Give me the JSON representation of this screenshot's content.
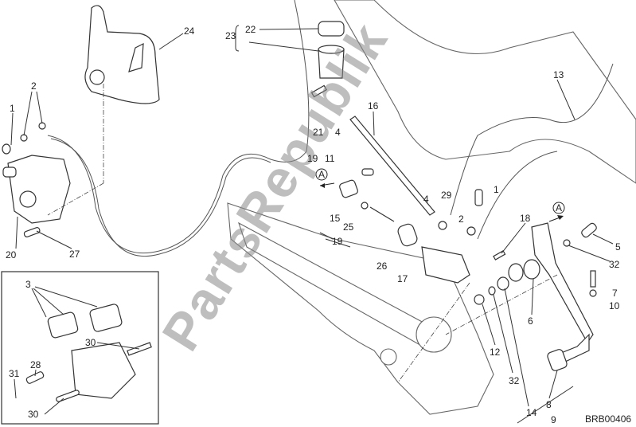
{
  "diagram": {
    "title": "Rear brake system exploded view",
    "drawing_code": "BRB00406",
    "watermark": "PartsRepublik",
    "ref_marker": "A",
    "callouts": [
      "24",
      "23",
      "22",
      "2",
      "1",
      "20",
      "27",
      "21",
      "4",
      "16",
      "13",
      "19",
      "11",
      "15",
      "25",
      "19",
      "26",
      "4",
      "29",
      "1",
      "2",
      "17",
      "18",
      "5",
      "32",
      "7",
      "10",
      "6",
      "12",
      "32",
      "14",
      "8",
      "9"
    ],
    "inset_callouts": [
      "3",
      "30",
      "28",
      "31",
      "30"
    ]
  }
}
